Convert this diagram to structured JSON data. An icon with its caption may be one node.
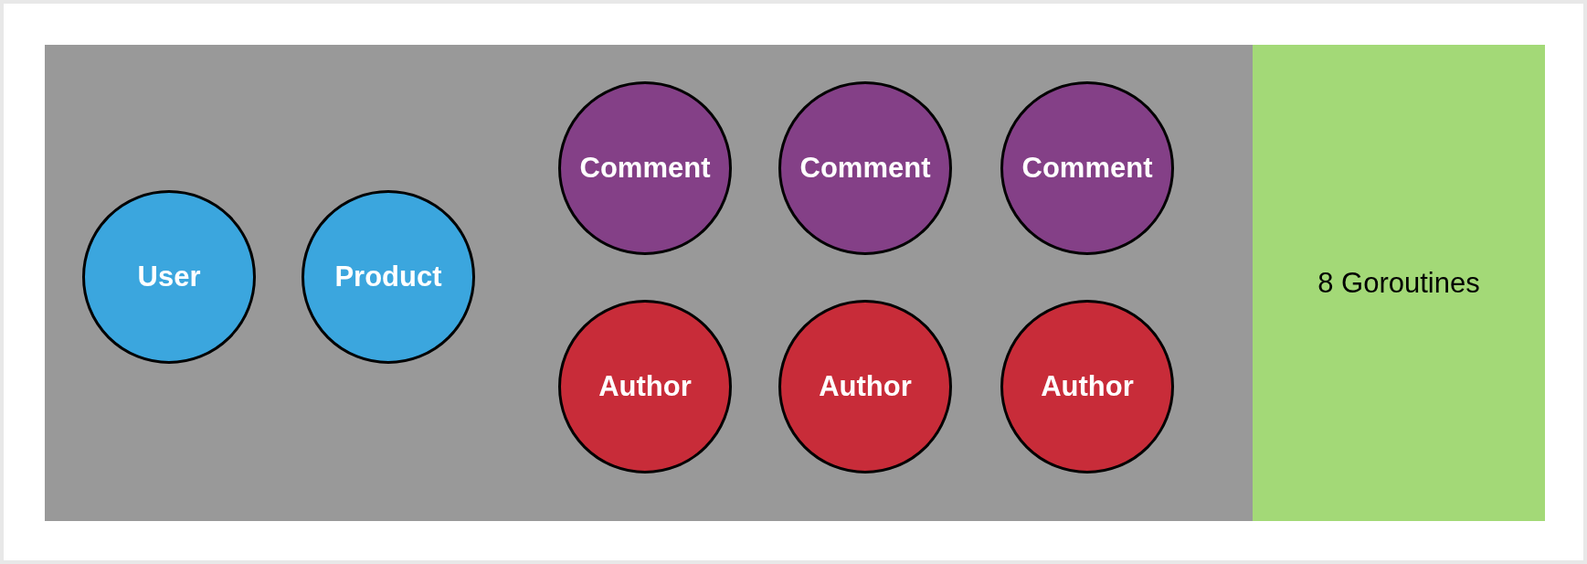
{
  "diagram": {
    "nodes": [
      {
        "text": [],
        "shape": "box"
      },
      {
        "text": [
          "User"
        ],
        "in": 0
      },
      {
        "text": [
          "Product"
        ],
        "in": 0
      },
      {
        "text": [
          "Comment"
        ],
        "in": 0
      },
      {
        "text": [
          "Comment"
        ],
        "in": 0
      },
      {
        "text": [
          "Comment"
        ],
        "in": 0
      },
      {
        "text": [
          "Author"
        ],
        "in": 0
      },
      {
        "text": [
          "Author"
        ],
        "in": 0
      },
      {
        "text": [
          "Author"
        ],
        "in": 0
      },
      {
        "text": [
          "8 Goroutines"
        ]
      }
    ]
  }
}
